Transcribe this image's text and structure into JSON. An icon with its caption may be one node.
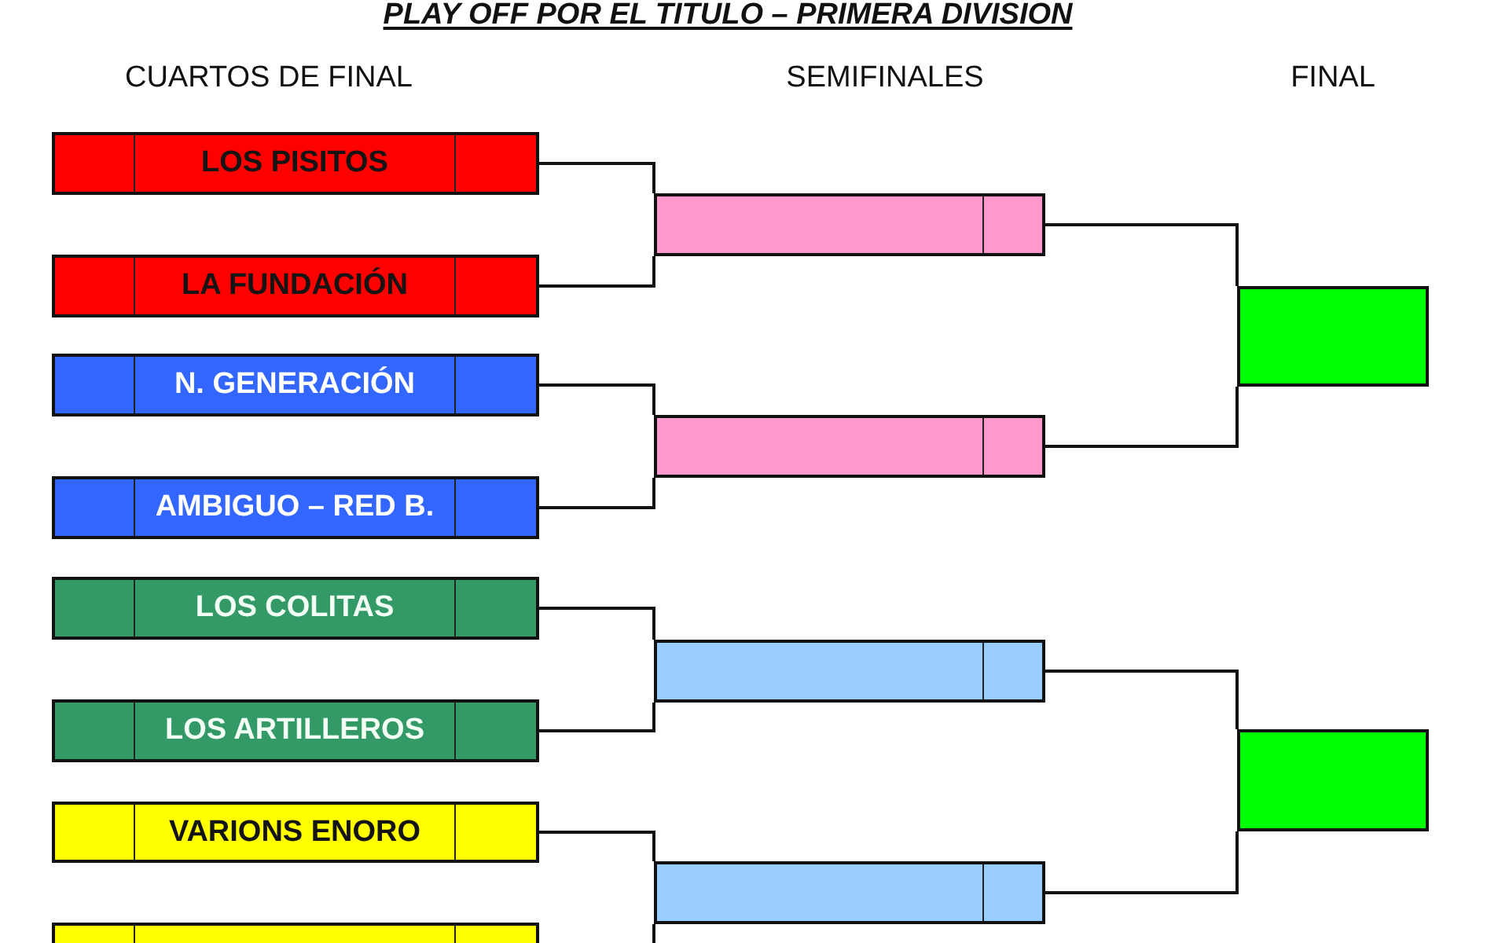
{
  "diagram": {
    "title": "PLAY OFF POR EL TITULO – PRIMERA DIVISION",
    "nodes": [
      {
        "text": [
          "LOS PISITOS"
        ]
      },
      {
        "text": [
          "LA FUNDACIÓN"
        ]
      },
      {
        "text": [
          "N. GENERACIÓN"
        ]
      },
      {
        "text": [
          "AMBIGUO – RED B."
        ]
      },
      {
        "text": [
          "LOS COLITAS"
        ]
      },
      {
        "text": [
          "LOS ARTILLEROS"
        ]
      },
      {
        "text": [
          "VARIONS ENORO"
        ]
      },
      {
        "text": [],
        "shape": "box"
      },
      {
        "text": [],
        "shape": "box"
      },
      {
        "text": [],
        "shape": "box"
      },
      {
        "text": [],
        "shape": "box"
      },
      {
        "text": [],
        "shape": "box"
      },
      {
        "text": [],
        "shape": "box"
      },
      {
        "text": [],
        "shape": "box"
      }
    ],
    "edges": [
      {
        "from": 0,
        "to": 8,
        "arrow": "none"
      },
      {
        "from": 1,
        "to": 8,
        "arrow": "none"
      },
      {
        "from": 2,
        "to": 9,
        "arrow": "none"
      },
      {
        "from": 3,
        "to": 9,
        "arrow": "none"
      },
      {
        "from": 4,
        "to": 10,
        "arrow": "none"
      },
      {
        "from": 5,
        "to": 10,
        "arrow": "none"
      },
      {
        "from": 6,
        "to": 11,
        "arrow": "none"
      },
      {
        "from": 7,
        "to": 11,
        "arrow": "none"
      },
      {
        "from": 8,
        "to": 12,
        "arrow": "none"
      },
      {
        "from": 9,
        "to": 12,
        "arrow": "none"
      },
      {
        "from": 10,
        "to": 13,
        "arrow": "none"
      },
      {
        "from": 11,
        "to": 13,
        "arrow": "none"
      }
    ],
    "labels": [
      "CUARTOS DE FINAL",
      "SEMIFINALES",
      "FINAL"
    ]
  }
}
